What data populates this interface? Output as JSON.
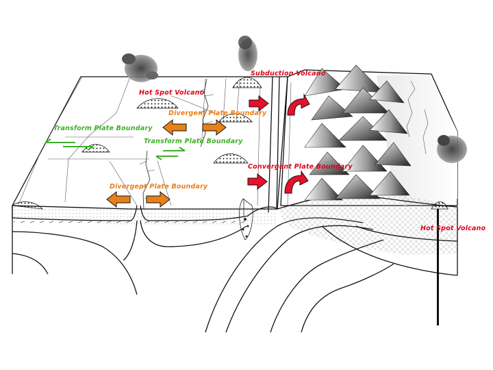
{
  "labels": {
    "subduction_volcano": "Subduction Volcano",
    "hot_spot_volcano_top": "Hot Spot Volcano",
    "divergent_boundary_upper": "Divergent Plate Boundary",
    "transform_boundary_left": "Transform Plate Boundary",
    "transform_boundary_center": "Transform Plate Boundary",
    "convergent_boundary": "Convergent Plate Boundary",
    "divergent_boundary_lower": "Divergent Plate Boundary",
    "hot_spot_volcano_right": "Hot Spot Volcano"
  },
  "colors": {
    "divergent_arrow": "#e8801a",
    "convergent_arrow": "#e8102a",
    "transform_arrow": "#3fae2a",
    "label_red": "#e0001a",
    "label_green": "#3fae2a",
    "label_orange": "#e8801a"
  }
}
